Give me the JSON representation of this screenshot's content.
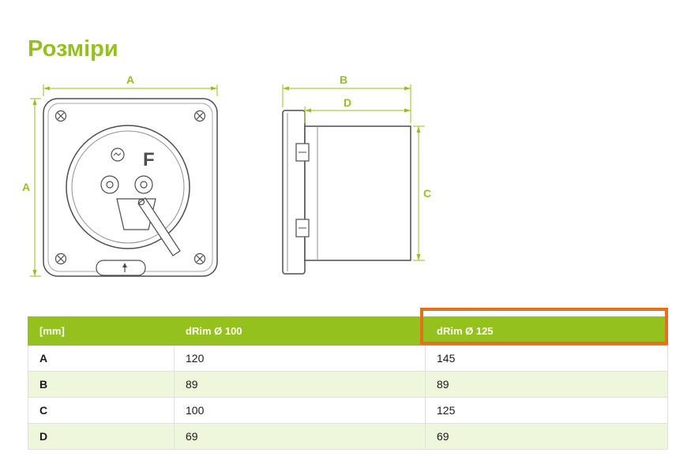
{
  "page": {
    "title": "Розміри"
  },
  "diagram": {
    "front_view": {
      "dim_width_label": "A",
      "dim_height_label": "A",
      "impeller_label": "F"
    },
    "side_view": {
      "dim_depth_total_label": "B",
      "dim_duct_depth_label": "D",
      "dim_duct_height_label": "C"
    }
  },
  "table": {
    "columns": [
      "[mm]",
      "dRim Ø 100",
      "dRim Ø 125"
    ],
    "rows": [
      {
        "label": "A",
        "drim100": "120",
        "drim125": "145"
      },
      {
        "label": "B",
        "drim100": "89",
        "drim125": "89"
      },
      {
        "label": "C",
        "drim100": "100",
        "drim125": "125"
      },
      {
        "label": "D",
        "drim100": "69",
        "drim125": "69"
      }
    ],
    "highlighted_column": "dRim Ø 125"
  },
  "colors": {
    "accent_green": "#95c11f",
    "row_stripe_green": "#eef6dc",
    "highlight_orange": "#e2711d",
    "drawing_line_gray": "#4d4d4d"
  }
}
